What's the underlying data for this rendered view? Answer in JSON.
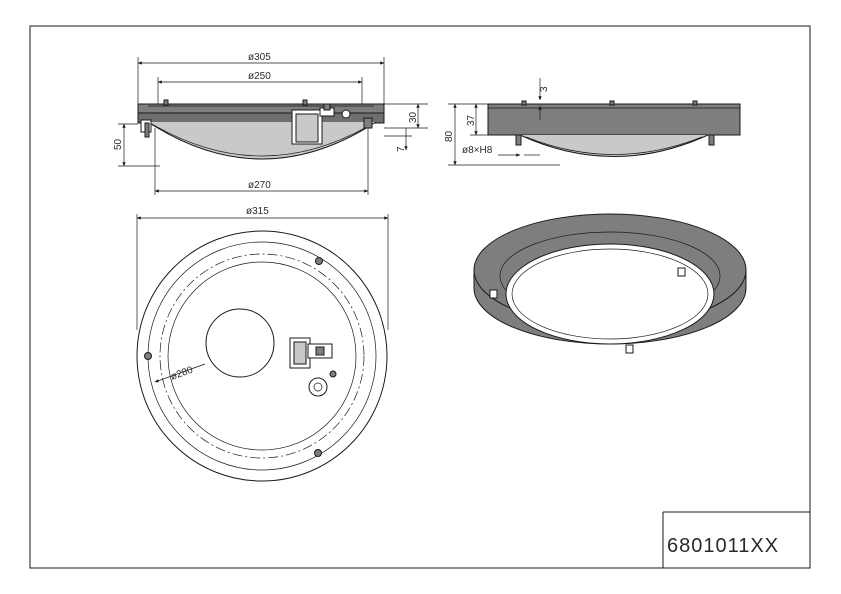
{
  "drawing": {
    "part_number": "6801011XX",
    "dimensions": {
      "side_d305": "ø305",
      "side_d250": "ø250",
      "side_d270": "ø270",
      "side_h50": "50",
      "side_h30": "30",
      "side_h7": "7",
      "end_h3": "3",
      "end_h37": "37",
      "end_h80": "80",
      "end_screw": "ø8×H8",
      "top_d315": "ø315",
      "top_d280": "ø280"
    }
  }
}
